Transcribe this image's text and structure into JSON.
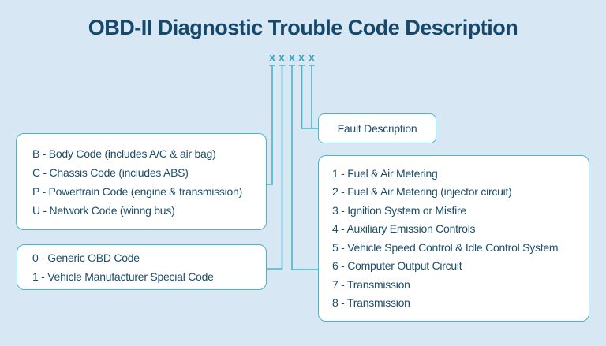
{
  "title": "OBD-II Diagnostic Trouble Code Description",
  "colors": {
    "background": "#d7e7f3",
    "box_fill": "#ffffff",
    "line": "#4ab5c5",
    "mark": "#2ba7bb",
    "text": "#1d4d68",
    "title_text": "#16486b"
  },
  "code_marks": {
    "chars": [
      "x",
      "x",
      "x",
      "x",
      "x"
    ]
  },
  "boxes": {
    "letter_codes": {
      "items": [
        "B - Body Code (includes A/C & air bag)",
        "C - Chassis Code (includes ABS)",
        "P - Powertrain Code (engine & transmission)",
        "U - Network Code (winng bus)"
      ]
    },
    "first_digit": {
      "items": [
        "0 - Generic OBD Code",
        "1 - Vehicle Manufacturer Special Code"
      ]
    },
    "fault_description": {
      "label": "Fault Description"
    },
    "system_codes": {
      "items": [
        "1 - Fuel & Air Metering",
        "2 - Fuel & Air Metering (injector circuit)",
        "3 - Ignition System or Misfire",
        "4 - Auxiliary Emission Controls",
        "5 - Vehicle Speed Control & Idle Control System",
        "6 - Computer Output Circuit",
        "7 - Transmission",
        "8 - Transmission"
      ]
    }
  }
}
